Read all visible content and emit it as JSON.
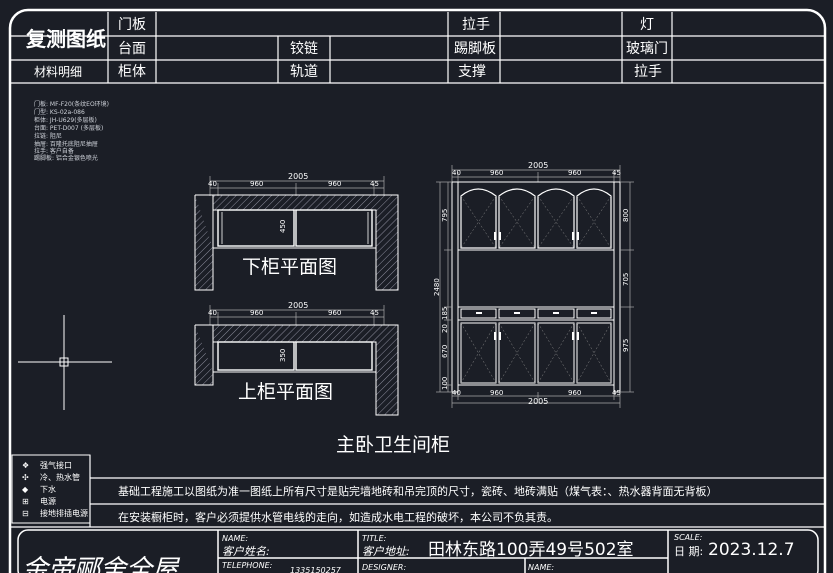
{
  "header": {
    "title": "复测图纸",
    "subtitle": "材料明细",
    "row1": [
      "门板",
      "拉手",
      "灯"
    ],
    "row2": [
      "台面",
      "铰链",
      "踢脚板",
      "玻璃门"
    ],
    "row3": [
      "柜体",
      "轨道",
      "支撑",
      "拉手"
    ]
  },
  "notes": [
    "门板: MF-F20(条纹EO环境)",
    "门型: KS-02a-086",
    "柜体: JH-U629(多层板)",
    "台面: PET-D007 (多层板)",
    "拉链: 阻尼",
    "抽屉: 百隆托底阻尼抽屉",
    "拉手: 客户自备",
    "踢脚板: 铝合金银色喷光"
  ],
  "plan_lower": {
    "title": "下柜平面图",
    "overall": "2005",
    "parts": [
      "40",
      "960",
      "960",
      "45"
    ],
    "depth": "450"
  },
  "plan_upper": {
    "title": "上柜平面图",
    "overall": "2005",
    "parts": [
      "40",
      "960",
      "960",
      "45"
    ],
    "depth": "350"
  },
  "elevation": {
    "top_overall": "2005",
    "top_parts": [
      "40",
      "960",
      "960",
      "45"
    ],
    "bottom_overall": "2005",
    "bottom_parts": [
      "40",
      "960",
      "960",
      "45"
    ],
    "left_dims": [
      "795",
      "2480",
      "185",
      "20",
      "670",
      "100"
    ],
    "right_dims": [
      "800",
      "705",
      "975"
    ]
  },
  "drawing_title": "主卧卫生间柜",
  "legend": [
    "强气接口",
    "冷、热水管",
    "下水",
    "电源",
    "接地排插电源"
  ],
  "notice1": "基础工程施工以图纸为准一图纸上所有尺寸是贴完墙地砖和吊完顶的尺寸，瓷砖、地砖满贴（煤气表：、热水器背面无背板）",
  "notice2": "在安装橱柜时，客户必须提供水管电线的走向，如造成水电工程的破坏，本公司不负其责。",
  "titleblock": {
    "company": "金帝郦舍全屋",
    "name_label": "NAME:",
    "customer_label": "客户姓名:",
    "tel_label": "TELEPHONE:",
    "tel_value": "1335150257",
    "title_label": "TITLE:",
    "address_label": "客户地址:",
    "address": "田林东路100弄49号502室",
    "designer_label": "DESIGNER:",
    "date_label_top": "SCALE:",
    "date_label": "日  期:",
    "date": "2023.12.7"
  }
}
